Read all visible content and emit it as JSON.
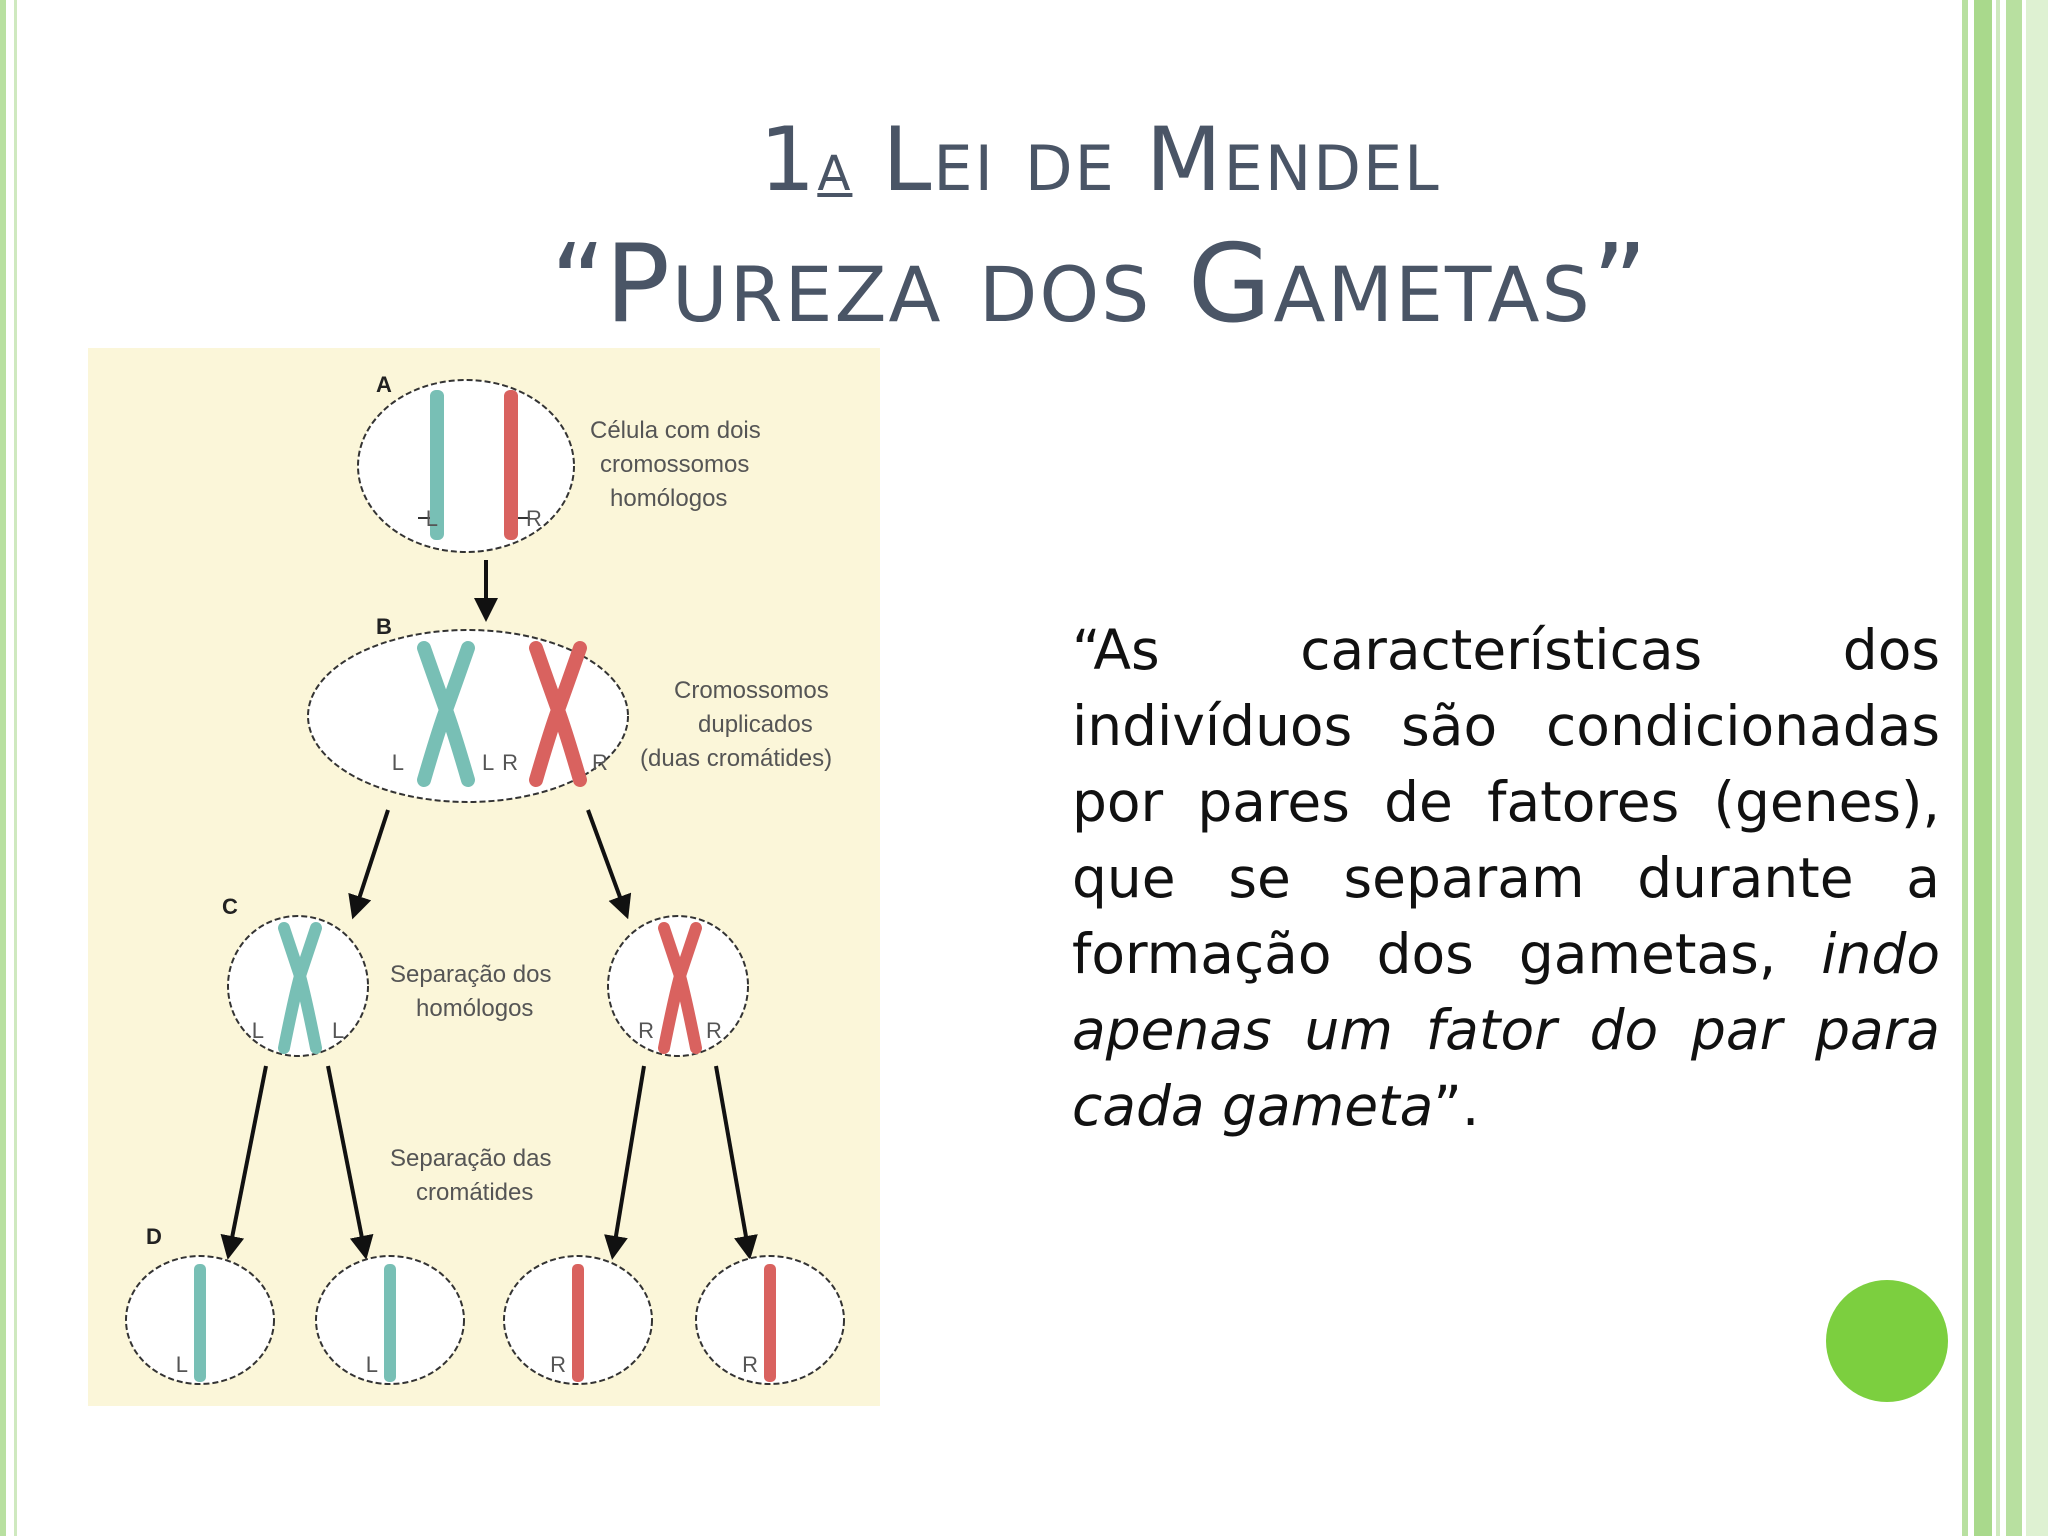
{
  "slide": {
    "title_line1_num": "1",
    "title_line1_sup": "A",
    "title_line1_rest": " Lei de Mendel",
    "title_line2": "“Pureza dos Gametas”"
  },
  "diagram": {
    "letters": [
      "A",
      "B",
      "C",
      "D"
    ],
    "label_a": [
      "Célula com dois",
      "cromossomos",
      "homólogos"
    ],
    "label_b": [
      "Cromossomos",
      "duplicados",
      "(duas cromátides)"
    ],
    "label_c": [
      "Separação dos",
      "homólogos"
    ],
    "label_d": [
      "Separação das",
      "cromátides"
    ],
    "allele_L": "L",
    "allele_R": "R",
    "colors": {
      "teal": "#78bfb5",
      "red": "#d9625f"
    }
  },
  "quote": {
    "part1": "“As características dos indivíduos são condicionadas por pares de fatores (genes), que se separam durante a formação dos gametas, ",
    "part2_italic": "indo apenas um fator do par para cada gameta",
    "part3": "”."
  },
  "decor": {
    "dot_color": "#7ccf3f"
  }
}
